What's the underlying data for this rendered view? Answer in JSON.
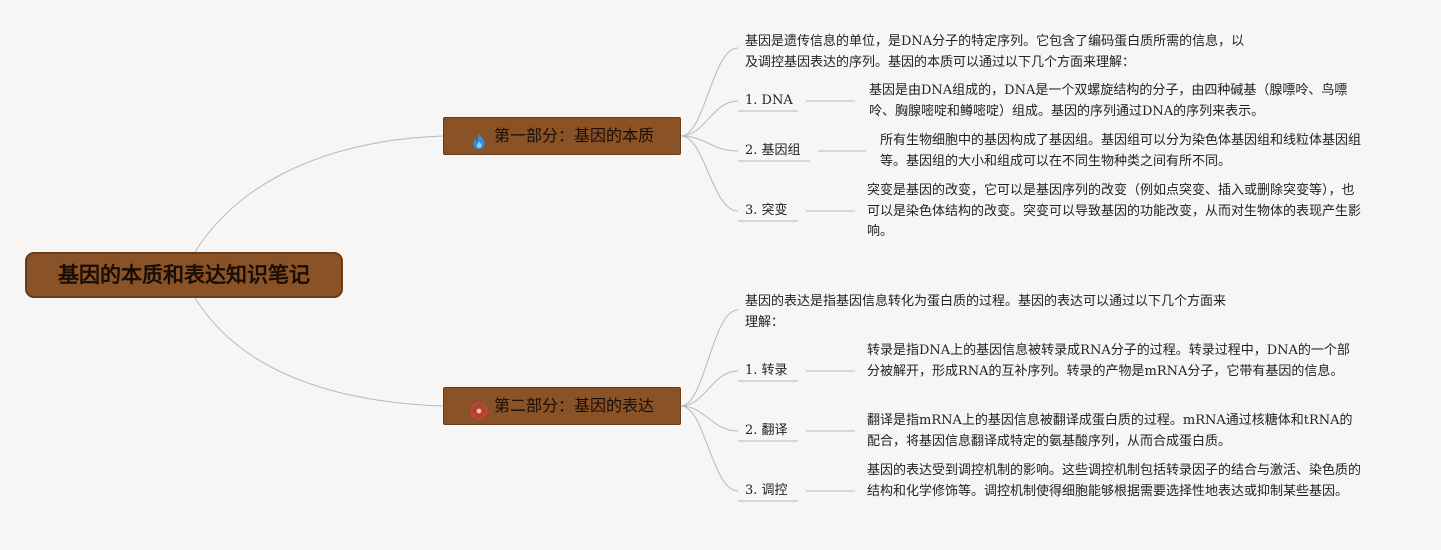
{
  "title": "基因的本质和表达知识笔记",
  "sections": [
    {
      "heading": "第一部分：基因的本质",
      "icon": "flame-icon",
      "icon_color": "#2f8fe0",
      "intro": "基因是遗传信息的单位，是DNA分子的特定序列。它包含了编码蛋白质所需的信息，以及调控基因表达的序列。基因的本质可以通过以下几个方面来理解：",
      "items": [
        {
          "label": "1. DNA",
          "text": "基因是由DNA组成的，DNA是一个双螺旋结构的分子，由四种碱基（腺嘌呤、鸟嘌呤、胸腺嘧啶和鳟嘧啶）组成。基因的序列通过DNA的序列来表示。"
        },
        {
          "label": "2. 基因组",
          "text": "所有生物细胞中的基因构成了基因组。基因组可以分为染色体基因组和线粒体基因组等。基因组的大小和组成可以在不同生物种类之间有所不同。"
        },
        {
          "label": "3. 突变",
          "text": "突变是基因的改变，它可以是基因序列的改变（例如点突变、插入或删除突变等），也可以是染色体结构的改变。突变可以导致基因的功能改变，从而对生物体的表现产生影响。"
        }
      ]
    },
    {
      "heading": "第二部分：基因的表达",
      "icon": "lifebuoy-icon",
      "icon_color": "#d63a3a",
      "intro": "基因的表达是指基因信息转化为蛋白质的过程。基因的表达可以通过以下几个方面来理解：",
      "items": [
        {
          "label": "1. 转录",
          "text": "转录是指DNA上的基因信息被转录成RNA分子的过程。转录过程中，DNA的一个部分被解开，形成RNA的互补序列。转录的产物是mRNA分子，它带有基因的信息。"
        },
        {
          "label": "2. 翻译",
          "text": "翻译是指mRNA上的基因信息被翻译成蛋白质的过程。mRNA通过核糖体和tRNA的配合，将基因信息翻译成特定的氨基酸序列，从而合成蛋白质。"
        },
        {
          "label": "3. 调控",
          "text": "基因的表达受到调控机制的影响。这些调控机制包括转录因子的结合与激活、染色质的结构和化学修饰等。调控机制使得细胞能够根据需要选择性地表达或抑制某些基因。"
        }
      ]
    }
  ]
}
